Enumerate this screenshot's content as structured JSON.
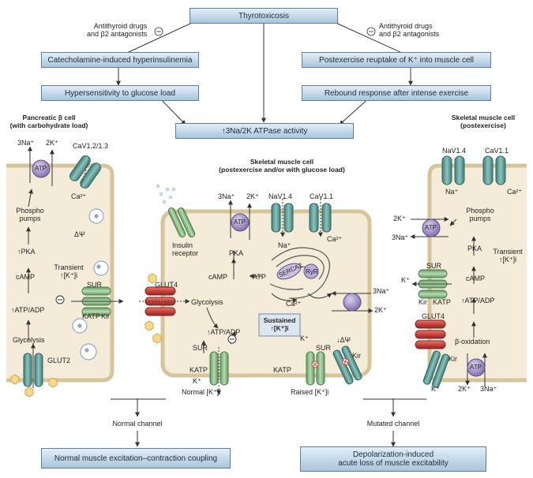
{
  "colors": {
    "box_top": "#e3eef7",
    "box_bottom": "#a9c5dc",
    "cell_fill": "#f4ecd9",
    "cell_border": "#d8c49a",
    "channel_teal": "#4e8f8a",
    "channel_green": "#7fb17e",
    "glut_red": "#c9433b",
    "atp_purple": "#8a7bb3",
    "vesicle_blue": "#8fa8c8",
    "arrow": "#333333"
  },
  "top_flow": {
    "thyrotoxicosis": "Thyrotoxicosis",
    "drugs_left": "Antithyroid drugs\nand β2 antagonists",
    "drugs_right": "Antithyroid drugs\nand β2 antagonists",
    "inhibit_symbol": "⊖",
    "hyperinsulinemia": "Catecholamine-induced hyperinsulinemia",
    "postexercise_reuptake": "Postexercise reuptake of K⁺ into muscle cell",
    "hypersensitivity": "Hypersensitivity to glucose load",
    "rebound": "Rebound response after intense exercise",
    "atpase": "↑3Na/2K ATPase activity"
  },
  "left_cell": {
    "title": "Pancreatic β cell\n(with carbohydrate load)",
    "na3": "3Na⁺",
    "k2": "2K⁺",
    "atp": "ATP",
    "cav": "CaV1.2/1.3",
    "ca": "Ca²⁺",
    "phospho": "Phospho\npumps",
    "delta_psi": "ΔΨ",
    "pka": "↑PKA",
    "camp": "cAMP",
    "transient": "Transient\n↑[K⁺]i",
    "sur": "SUR",
    "katp": "KATP",
    "kir": "Kir",
    "atp_adp": "↑ATP/ADP",
    "glycolysis": "Glycolysis",
    "glut2": "GLUT2",
    "minus": "⊖"
  },
  "middle_cell": {
    "title": "Skeletal muscle cell\n(postexercise and/or with glucose load)",
    "na3": "3Na⁺",
    "k2": "2K⁺",
    "atp": "ATP",
    "nav": "NaV1.4",
    "cav": "CaV1.1",
    "na": "Na⁺",
    "ca": "Ca²⁺",
    "insulin_receptor": "Insulin\nreceptor",
    "pka": "PKA",
    "camp": "cAMP",
    "atp_label": "ATP",
    "serca": "SERCA2",
    "ryr": "RyR",
    "ca_inner": "Ca²⁺",
    "glut4": "GLUT4",
    "glycolysis": "Glycolysis",
    "sustained": "Sustained\n↑[K⁺]i",
    "atp_adp": "↑ATP/ADP",
    "minus": "⊖",
    "sur_left": "SUR",
    "katp_left": "KATP",
    "k_left": "K⁺",
    "normal_k": "Normal [K⁺]i",
    "k_mid": "K⁺",
    "sur_right": "SUR",
    "katp_right": "KATP",
    "raised_k": "Raised [K⁺]i",
    "delta_psi": "↓ΔΨ",
    "kir": "Kir",
    "na3_right": "3Na⁺",
    "k2_right": "2K⁺"
  },
  "right_cell": {
    "title": "Skeletal muscle cell\n(postexercise)",
    "nav": "NaV1.4",
    "cav": "CaV1.1",
    "na": "Na⁺",
    "ca": "Ca²⁺",
    "k2": "2K⁺",
    "na3": "3Na⁺",
    "atp": "ATP",
    "phospho": "Phospho\npumps",
    "pka": "PKA",
    "transient": "Transient\n↑[K⁺]i",
    "sur": "SUR",
    "k": "K⁺",
    "kir": "Kir",
    "katp": "KATP",
    "camp": "cAMP",
    "atp_adp": "↑ATP/ADP",
    "glut4": "GLUT4",
    "beta_oxidation": "β-oxidation",
    "kir_bottom": "Kir",
    "k_bottom": "K⁺",
    "k2_bottom": "2K⁺",
    "na3_bottom": "3Na⁺",
    "atp_bottom": "ATP"
  },
  "bottom": {
    "normal_channel": "Normal channel",
    "mutated_channel": "Mutated channel",
    "normal_outcome": "Normal muscle excitation–contraction coupling",
    "mutated_outcome": "Depolarization-induced\nacute loss of muscle excitability"
  }
}
